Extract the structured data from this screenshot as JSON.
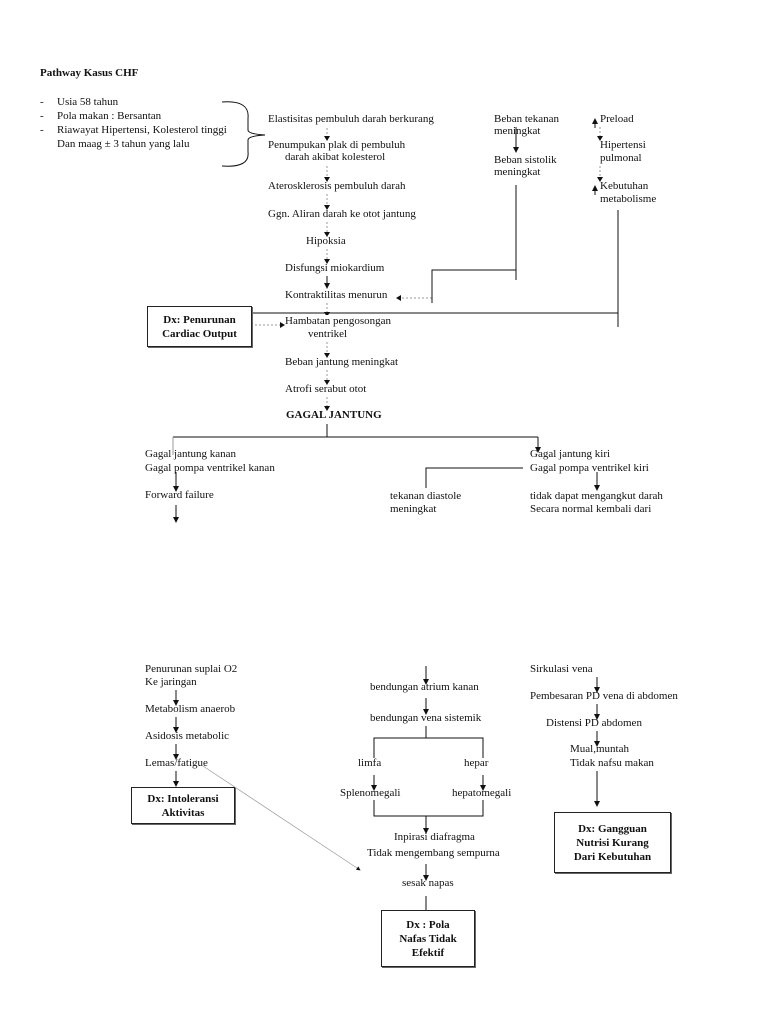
{
  "title": "Pathway Kasus CHF",
  "risk_factors": [
    "Usia 58 tahun",
    "Pola makan : Bersantan",
    "Riawayat Hipertensi, Kolesterol tinggi",
    "Dan maag ± 3 tahun yang lalu"
  ],
  "bullet": "-",
  "main_chain": {
    "elastisitas": "Elastisitas pembuluh darah berkurang",
    "plak1": "Penumpukan plak di pembuluh",
    "plak2": "darah akibat kolesterol",
    "atero": "Aterosklerosis pembuluh darah",
    "ggn": "Ggn. Aliran darah ke otot jantung",
    "hipoksia": "Hipoksia",
    "disfungsi": "Disfungsi miokardium",
    "kontraktilitas": "Kontraktilitas menurun",
    "hambatan1": "Hambatan pengosongan",
    "hambatan2": "ventrikel",
    "beban": "Beban jantung meningkat",
    "atrofi": "Atrofi serabut otot",
    "gagal": "GAGAL JANTUNG"
  },
  "right_chain": {
    "tekanan1": "Beban tekanan",
    "tekanan2": "meningkat",
    "sistolik1": "Beban sistolik",
    "sistolik2": "meningkat",
    "preload": "Preload",
    "hipertensi1": "Hipertensi",
    "hipertensi2": "pulmonal",
    "kebutuhan1": "Kebutuhan",
    "kebutuhan2": "metabolisme"
  },
  "dx_cardiac": [
    "Dx: Penurunan",
    "Cardiac Output"
  ],
  "kanan": {
    "l1": "Gagal jantung kanan",
    "l2": "Gagal pompa ventrikel kanan",
    "forward": "Forward failure"
  },
  "kiri": {
    "l1": "Gagal jantung kiri",
    "l2": "Gagal pompa ventrikel kiri",
    "diastole1": "tekanan diastole",
    "diastole2": "meningkat",
    "angkut1": "tidak dapat mengangkut darah",
    "angkut2": "Secara normal kembali dari"
  },
  "left_bottom": {
    "supl1": "Penurunan suplai O2",
    "supl2": "Ke jaringan",
    "metab": "Metabolism anaerob",
    "asidosis": "Asidosis metabolic",
    "lemas": "Lemas/fatigue"
  },
  "dx_intoleransi": [
    "Dx: Intoleransi",
    "Aktivitas"
  ],
  "mid_bottom": {
    "atrium": "bendungan atrium kanan",
    "vena": "bendungan vena sistemik",
    "limfa": "limfa",
    "hepar": "hepar",
    "spleno": "Splenomegali",
    "hepato": "hepatomegali",
    "insp1": "Inpirasi diafragma",
    "insp2": "Tidak mengembang sempurna",
    "sesak": "sesak napas"
  },
  "dx_pola": [
    "Dx : Pola",
    "Nafas Tidak",
    "Efektif"
  ],
  "right_bottom": {
    "sirk": "Sirkulasi vena",
    "pemb": "Pembesaran PD vena di abdomen",
    "dist": "Distensi PD abdomen",
    "mual1": "Mual,muntah",
    "mual2": "Tidak nafsu makan"
  },
  "dx_nutrisi": [
    "Dx: Gangguan",
    "Nutrisi Kurang",
    "Dari Kebutuhan"
  ]
}
